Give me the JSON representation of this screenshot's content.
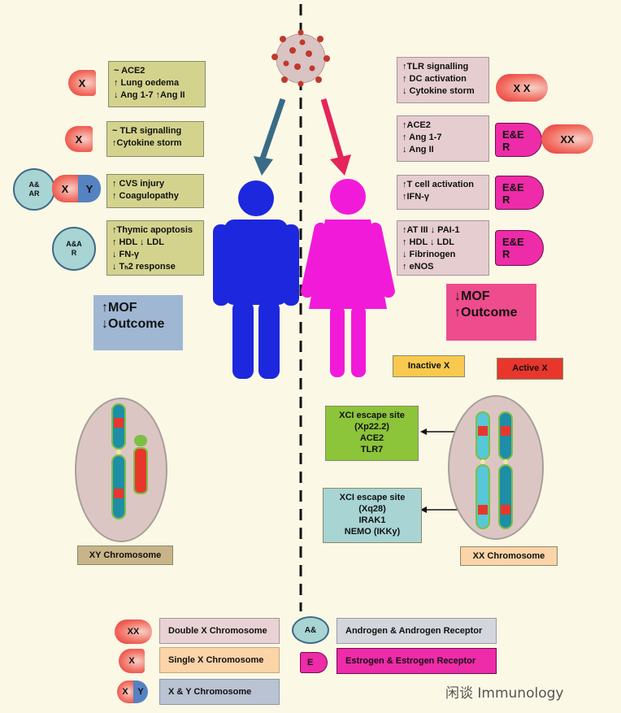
{
  "male": {
    "box1": "~ ACE2\n↑ Lung oedema\n↓ Ang 1-7 ↑Ang II",
    "box2": "~ TLR signalling\n↑Cytokine storm",
    "box3": "↑ CVS injury\n↑ Coagulopathy",
    "box4": "↑Thymic apoptosis\n↑ HDL  ↓ LDL\n↓ FN-γ\n↓ Tₕ2 response",
    "outcome": "↑MOF\n↓Outcome",
    "x1": "X",
    "x2": "X",
    "x3": "X",
    "y3": "Y",
    "aar1": "A&\nAR",
    "aar2": "A&A\nR",
    "chromosome_label": "XY Chromosome"
  },
  "female": {
    "box1": "↑TLR signalling\n↑ DC activation\n↓ Cytokine storm",
    "box2": "↑ACE2\n↑ Ang 1-7\n↓ Ang II",
    "box3": "↑T cell activation\n↑IFN-γ",
    "box4": "↑AT III ↓ PAI-1\n↑ HDL  ↓ LDL\n↓ Fibrinogen\n↑ eNOS",
    "outcome": "↓MOF\n↑Outcome",
    "xx1": "X X",
    "xx2": "XX",
    "er2": "E&E\nR",
    "er3": "E&E\nR",
    "er4": "E&E\nR",
    "inactive_x": "Inactive X",
    "active_x": "Active X",
    "xci1": "XCI escape site\n(Xp22.2)\nACE2\nTLR7",
    "xci2": "XCI escape site\n(Xq28)\nIRAK1\nNEMO (IKKy)",
    "chromosome_label": "XX Chromosome"
  },
  "legend": {
    "xx": "XX",
    "xx_label": "Double X Chromosome",
    "x": "X",
    "x_label": "Single X Chromosome",
    "xy_x": "X",
    "xy_y": "Y",
    "xy_label": "X & Y Chromosome",
    "a": "A&",
    "a_label": "Androgen & Androgen Receptor",
    "e": "E",
    "e_label": "Estrogen & Estrogen Receptor"
  },
  "watermark": "闲谈 Immunology",
  "colors": {
    "male_figure": "#1d27dd",
    "female_figure": "#f21ad9",
    "male_arrow": "#3a6b86",
    "female_arrow": "#e4245a",
    "inactive_x": "#f8c94e",
    "active_x": "#e9362d",
    "xci1_bg": "#8cc43a",
    "xci2_bg": "#a8d4d4"
  }
}
